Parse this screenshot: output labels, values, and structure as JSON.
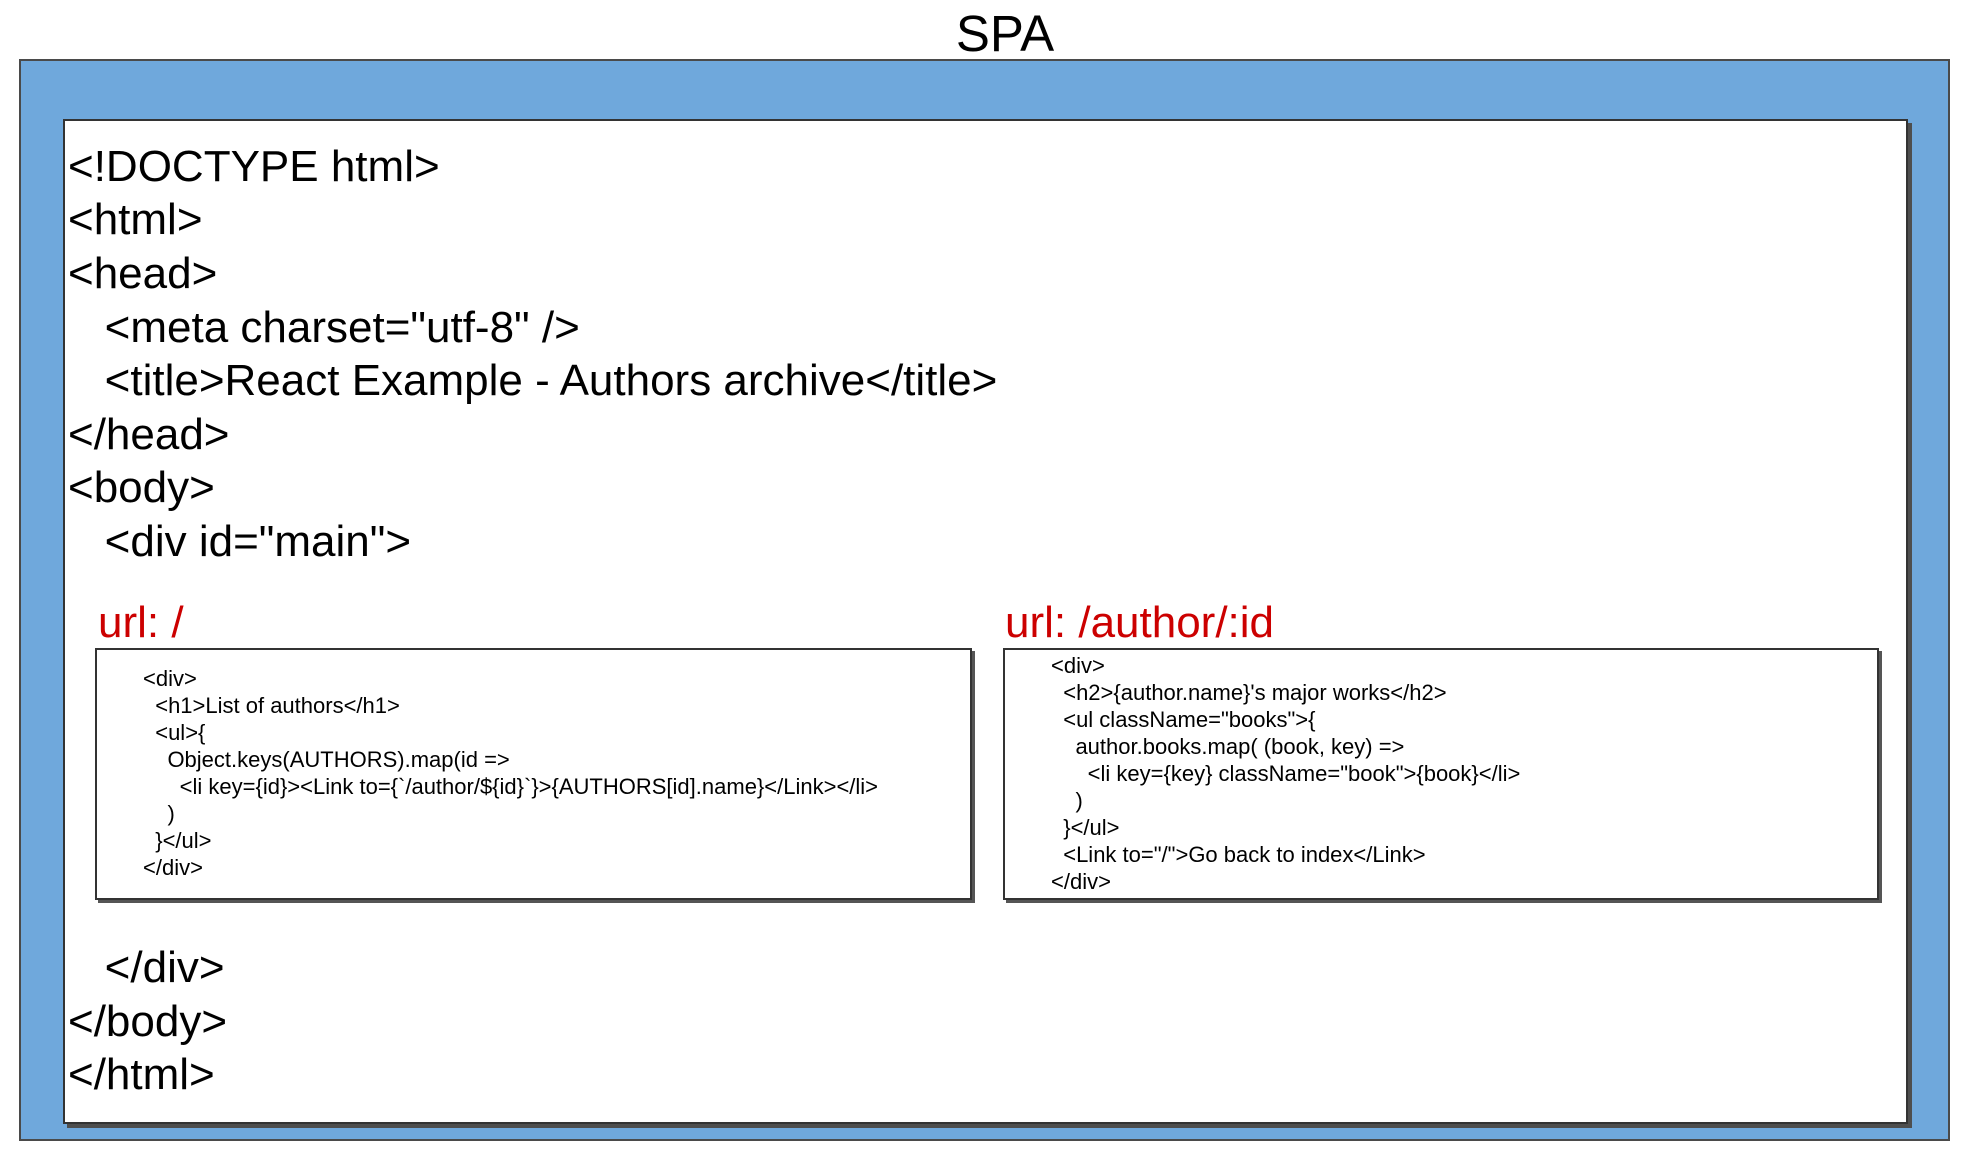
{
  "diagram": {
    "title": "SPA",
    "colors": {
      "frame_fill": "#6fa8dc",
      "url_label": "#cc0000"
    },
    "html_top": [
      "<!DOCTYPE html>",
      "<html>",
      "<head>",
      "   <meta charset=\"utf-8\" />",
      "   <title>React Example - Authors archive</title>",
      "</head>",
      "<body>",
      "   <div id=\"main\">"
    ],
    "routes": [
      {
        "url": "url: /",
        "code": [
          "<div>",
          "  <h1>List of authors</h1>",
          "  <ul>{",
          "    Object.keys(AUTHORS).map(id =>",
          "      <li key={id}><Link to={`/author/${id}`}>{AUTHORS[id].name}</Link></li>",
          "    )",
          "  }</ul>",
          "</div>"
        ]
      },
      {
        "url": "url: /author/:id",
        "code": [
          "<div>",
          "  <h2>{author.name}'s major works</h2>",
          "  <ul className=\"books\">{",
          "    author.books.map( (book, key) =>",
          "      <li key={key} className=\"book\">{book}</li>",
          "    )",
          "  }</ul>",
          "  <Link to=\"/\">Go back to index</Link>",
          "</div>"
        ]
      }
    ],
    "html_bottom": [
      "   </div>",
      "</body>",
      "</html>"
    ]
  }
}
